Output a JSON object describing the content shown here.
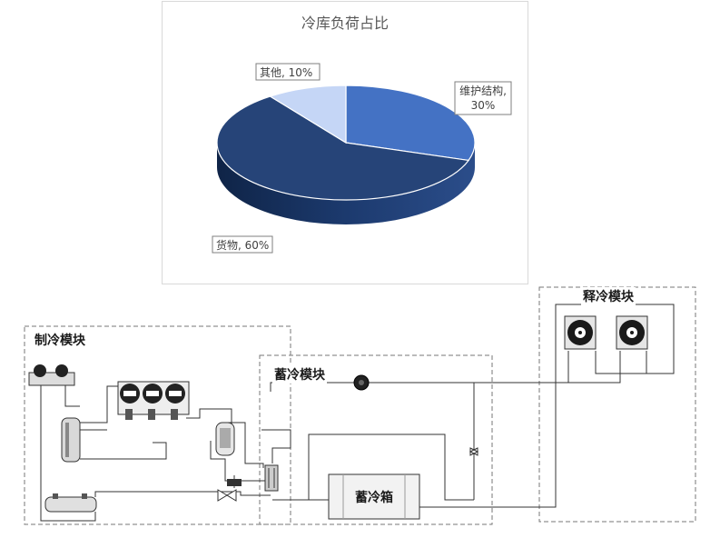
{
  "chart_data": {
    "type": "pie",
    "title": "冷库负荷占比",
    "slices": [
      {
        "name": "维护结构",
        "value": 30,
        "label": "维护结构,\n30%",
        "color": "#4472C4"
      },
      {
        "name": "货物",
        "value": 60,
        "label": "货物, 60%",
        "color": "#264478"
      },
      {
        "name": "其他",
        "value": 10,
        "label": "其他, 10%",
        "color": "#C5D6F6"
      }
    ],
    "style": "3d"
  },
  "diagram": {
    "modules": {
      "refrigeration": "制冷模块",
      "storage": "蓄冷模块",
      "release": "释冷模块"
    },
    "tank_label": "蓄冷箱"
  },
  "colors": {
    "line": "#333333",
    "dashed": "#777777"
  }
}
